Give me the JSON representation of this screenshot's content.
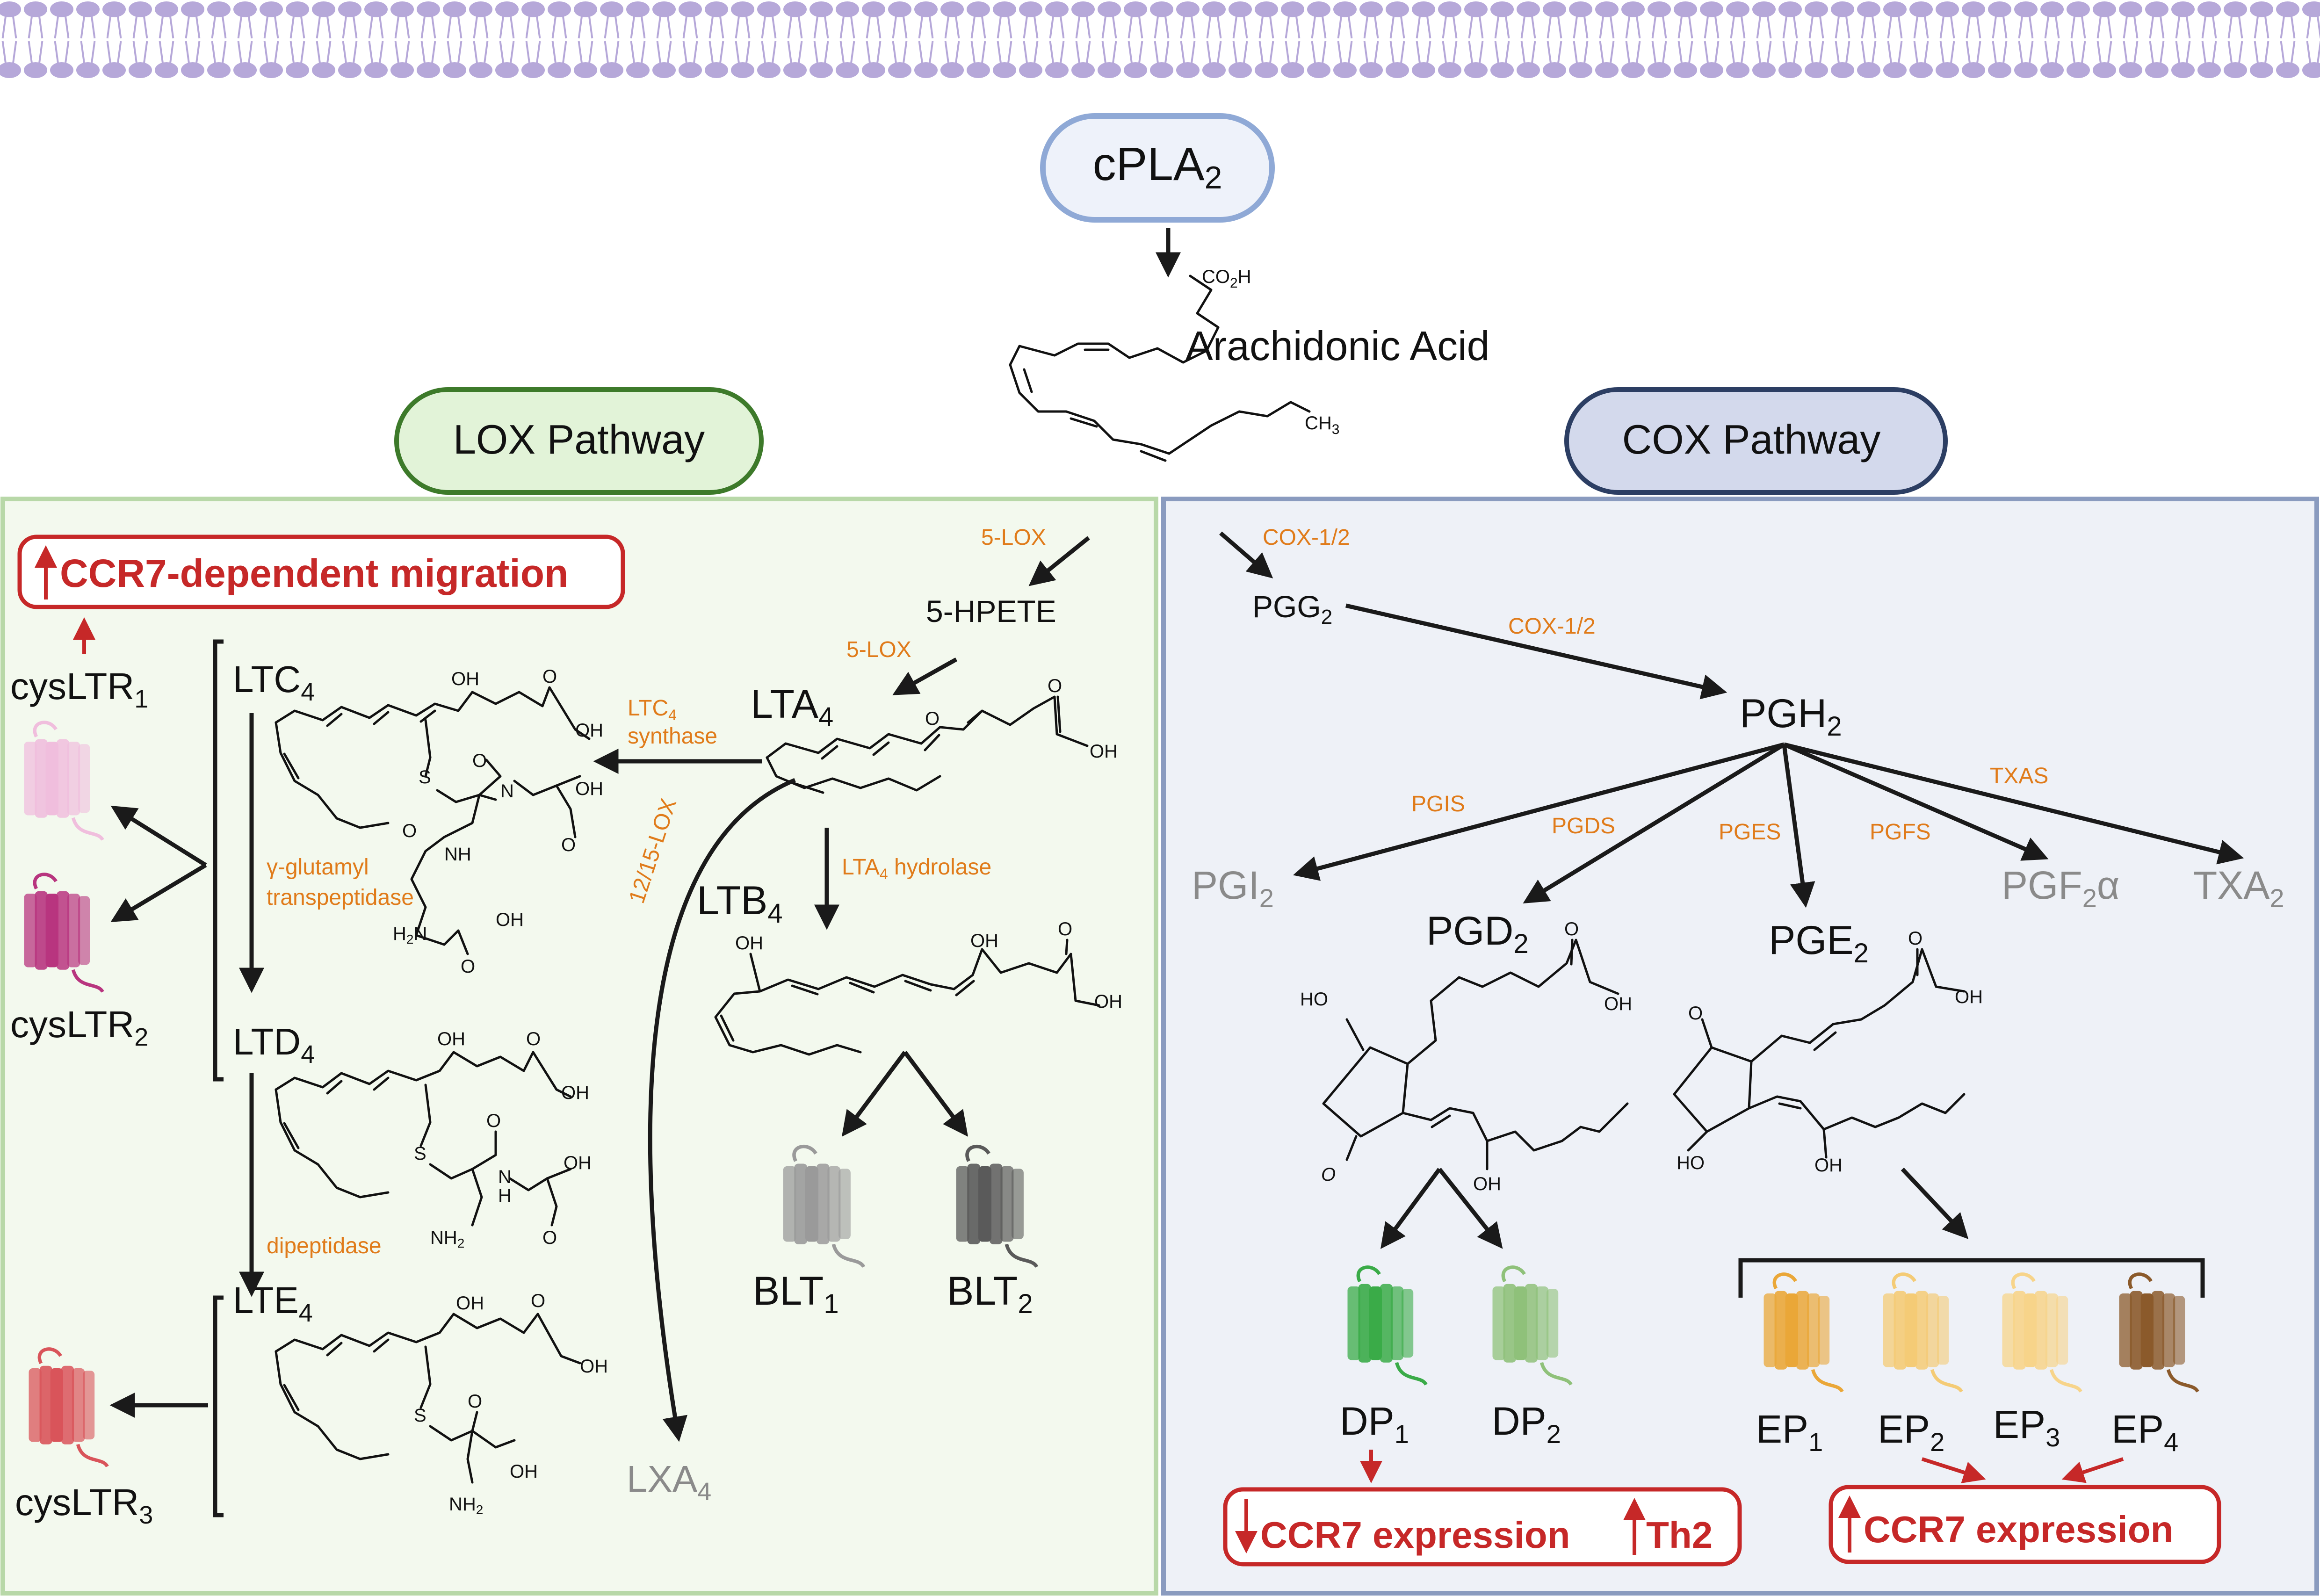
{
  "top": {
    "enzyme": "cPLA",
    "enzyme_sub": "2",
    "substrate": "Arachidonic Acid",
    "co2h": "CO",
    "co2h_sub": "2",
    "co2h_h": "H",
    "ch3": "CH",
    "ch3_sub": "3"
  },
  "lox": {
    "title": "LOX Pathway",
    "migration": "CCR7-dependent migration",
    "enz_5lox_a": "5-LOX",
    "hpete": "5-HPETE",
    "enz_5lox_b": "5-LOX",
    "lta4": "LTA",
    "lta4_sub": "4",
    "ltc4_synthase_1": "LTC",
    "ltc4_synthase_sub": "4",
    "ltc4_synthase_2": "synthase",
    "ltc4": "LTC",
    "ltc4_sub": "4",
    "ltd4": "LTD",
    "ltd4_sub": "4",
    "lte4": "LTE",
    "lte4_sub": "4",
    "ggt_1": "γ-glutamyl",
    "ggt_2": "transpeptidase",
    "dipeptidase": "dipeptidase",
    "lox1215": "12/15-LOX",
    "lxa4": "LXA",
    "lxa4_sub": "4",
    "lta4_hydrolase_1": "LTA",
    "lta4_hydrolase_sub": "4",
    "lta4_hydrolase_2": " hydrolase",
    "ltb4": "LTB",
    "ltb4_sub": "4",
    "blt1": "BLT",
    "blt1_sub": "1",
    "blt2": "BLT",
    "blt2_sub": "2",
    "cyslt1": "cysLTR",
    "cyslt1_sub": "1",
    "cyslt2": "cysLTR",
    "cyslt2_sub": "2",
    "cyslt3": "cysLTR",
    "cyslt3_sub": "3",
    "oh": "OH",
    "o": "O",
    "s": "S",
    "nh": "NH",
    "n_h": "H",
    "n": "N",
    "h2n": "H",
    "h2n_sub": "2",
    "h2n_n": "N",
    "nh2": "NH",
    "nh2_sub": "2"
  },
  "cox": {
    "title": "COX Pathway",
    "enz_cox_a": "COX-1/2",
    "pgg2": "PGG",
    "pgg2_sub": "2",
    "enz_cox_b": "COX-1/2",
    "pgh2": "PGH",
    "pgh2_sub": "2",
    "pgis": "PGIS",
    "pgds": "PGDS",
    "pges": "PGES",
    "pgfs": "PGFS",
    "txas": "TXAS",
    "pgi2": "PGI",
    "pgi2_sub": "2",
    "pgd2": "PGD",
    "pgd2_sub": "2",
    "pge2": "PGE",
    "pge2_sub": "2",
    "pgf2a": "PGF",
    "pgf2a_sub": "2",
    "pgf2a_alpha": "α",
    "txa2": "TXA",
    "txa2_sub": "2",
    "dp1": "DP",
    "dp1_sub": "1",
    "dp2": "DP",
    "dp2_sub": "2",
    "ep1": "EP",
    "ep1_sub": "1",
    "ep2": "EP",
    "ep2_sub": "2",
    "ep3": "EP",
    "ep3_sub": "3",
    "ep4": "EP",
    "ep4_sub": "4",
    "ccr7_down": "CCR7 expression",
    "th2": "Th2",
    "ccr7_up": "CCR7 expression",
    "ho": "HO",
    "oh": "OH",
    "o": "O"
  },
  "colors": {
    "lox_panel": "#f3f9ee",
    "lox_border": "#b8d8a8",
    "lox_title_fill": "#e2f3d8",
    "lox_title_stroke": "#3d7a2a",
    "cox_panel": "#eef1f7",
    "cox_border": "#8a9bbf",
    "cox_title_fill": "#d3d9ec",
    "cox_title_stroke": "#2c3e63",
    "cpla_fill": "#eef2fa",
    "cpla_stroke": "#8fa9d6",
    "enzyme_text": "#e07b1a",
    "highlight_red": "#c62828",
    "membrane": "#b6a8d9"
  }
}
